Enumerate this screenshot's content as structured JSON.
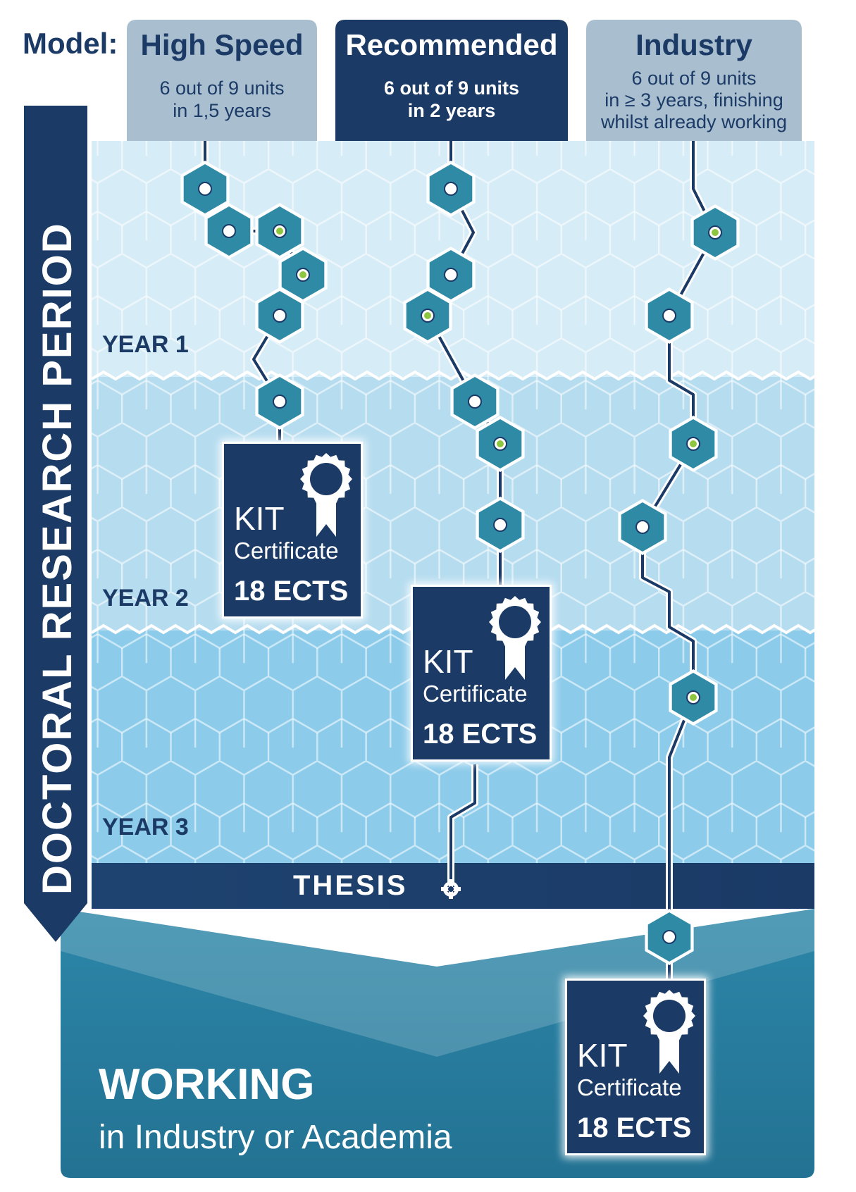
{
  "header": {
    "model_label": "Model:",
    "models": [
      {
        "id": "high-speed",
        "title": "High Speed",
        "desc": [
          "6 out of 9 units",
          "in 1,5 years"
        ]
      },
      {
        "id": "recommended",
        "title": "Recommended",
        "desc": [
          "6 out of 9 units",
          "in 2 years"
        ]
      },
      {
        "id": "industry",
        "title": "Industry",
        "desc": [
          "6 out of 9 units",
          "in ≥ 3 years, finishing",
          "whilst already working"
        ]
      }
    ]
  },
  "period_label": "DOCTORAL RESEARCH PERIOD",
  "years": [
    "YEAR 1",
    "YEAR 2",
    "YEAR 3"
  ],
  "thesis_label": "THESIS",
  "working": {
    "title": "WORKING",
    "subtitle": "in Industry or Academia"
  },
  "certificate": {
    "line1": "KIT",
    "line2": "Certificate",
    "line3": "18 ECTS"
  },
  "colors": {
    "navy": "#1b3a66",
    "light_box": "#a9bfd0",
    "teal": "#2a7a98",
    "hex_fill": "#2f8aa6",
    "green_dot": "#8fc63f",
    "band1": "#d6ecf6",
    "band2": "#b5dcef",
    "band3": "#8ccbea"
  },
  "icons": [
    "rosette-award-icon",
    "path-node-icon",
    "thesis-target-icon",
    "pointer-arrow-icon"
  ]
}
